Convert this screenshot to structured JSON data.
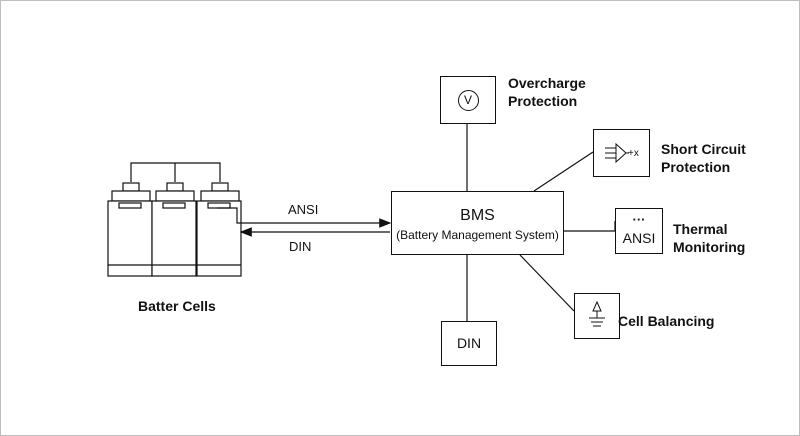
{
  "battery": {
    "label": "Batter Cells"
  },
  "links": {
    "top_label": "ANSI",
    "bottom_label": "DIN"
  },
  "bms": {
    "title": "BMS",
    "subtitle": "(Battery Management System)"
  },
  "nodes": {
    "overcharge": {
      "line1": "Overcharge",
      "line2": "Protection",
      "icon_text": "V"
    },
    "short_circuit": {
      "line1": "Short Circuit",
      "line2": "Protection",
      "icon_text": "+x"
    },
    "thermal": {
      "line1": "Thermal",
      "line2": "Monitoring",
      "box_text": "ANSI",
      "dots": "···"
    },
    "balancing": {
      "label": "Cell Balancing"
    },
    "din": {
      "box_text": "DIN"
    }
  },
  "icons": [
    "voltmeter-icon",
    "comparator-icon",
    "ground-icon",
    "battery-cell-icon"
  ],
  "colors": {
    "line": "#111111",
    "border": "#bdbdbd",
    "background": "#ffffff"
  }
}
